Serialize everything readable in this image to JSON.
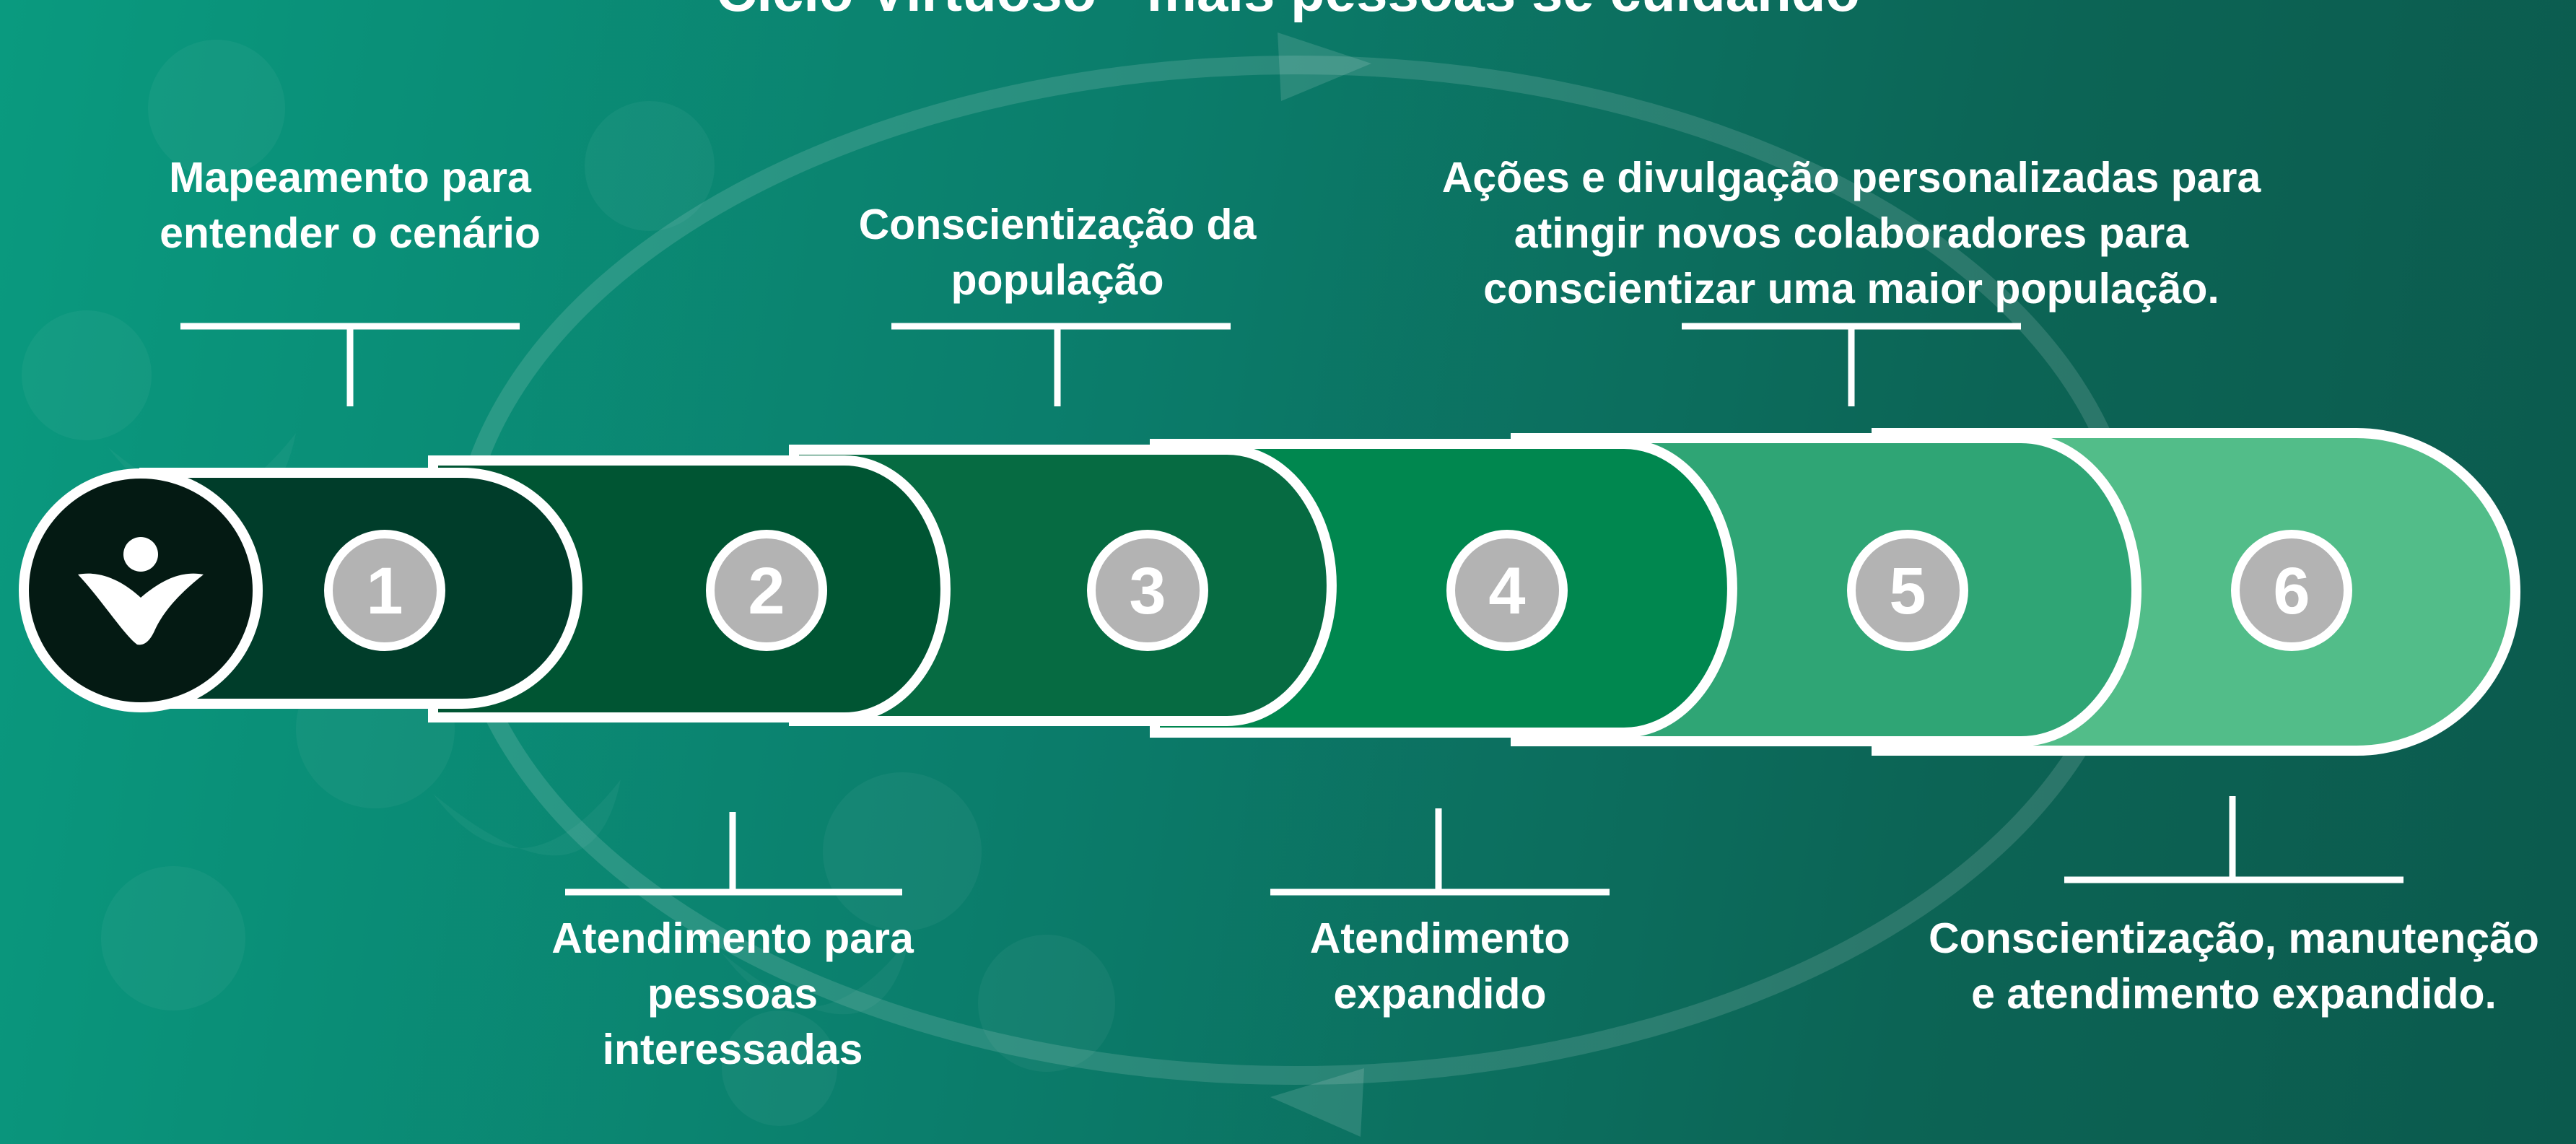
{
  "title": "Ciclo Virtuoso - mais pessoas se cuidando",
  "brand_icon": "person-logo-icon",
  "colors": {
    "segment_1": "#003d2a",
    "segment_2": "#005533",
    "segment_3": "#066b42",
    "segment_4": "#00874f",
    "segment_5": "#2fa575",
    "segment_6": "#52bd89",
    "logo_disc": "#041a13",
    "step_badge": "#b3b3b3",
    "outline": "#ffffff"
  },
  "steps": [
    {
      "number": "1",
      "label": "Mapeamento para entender o cenário"
    },
    {
      "number": "2",
      "label": "Atendimento para pessoas interessadas"
    },
    {
      "number": "3",
      "label": "Conscientização da população"
    },
    {
      "number": "4",
      "label": "Atendimento expandido"
    },
    {
      "number": "5",
      "label": "Ações e divulgação personalizadas para atingir novos colaboradores para conscientizar uma maior população."
    },
    {
      "number": "6",
      "label": "Conscientização, manutenção e atendimento expandido."
    }
  ]
}
